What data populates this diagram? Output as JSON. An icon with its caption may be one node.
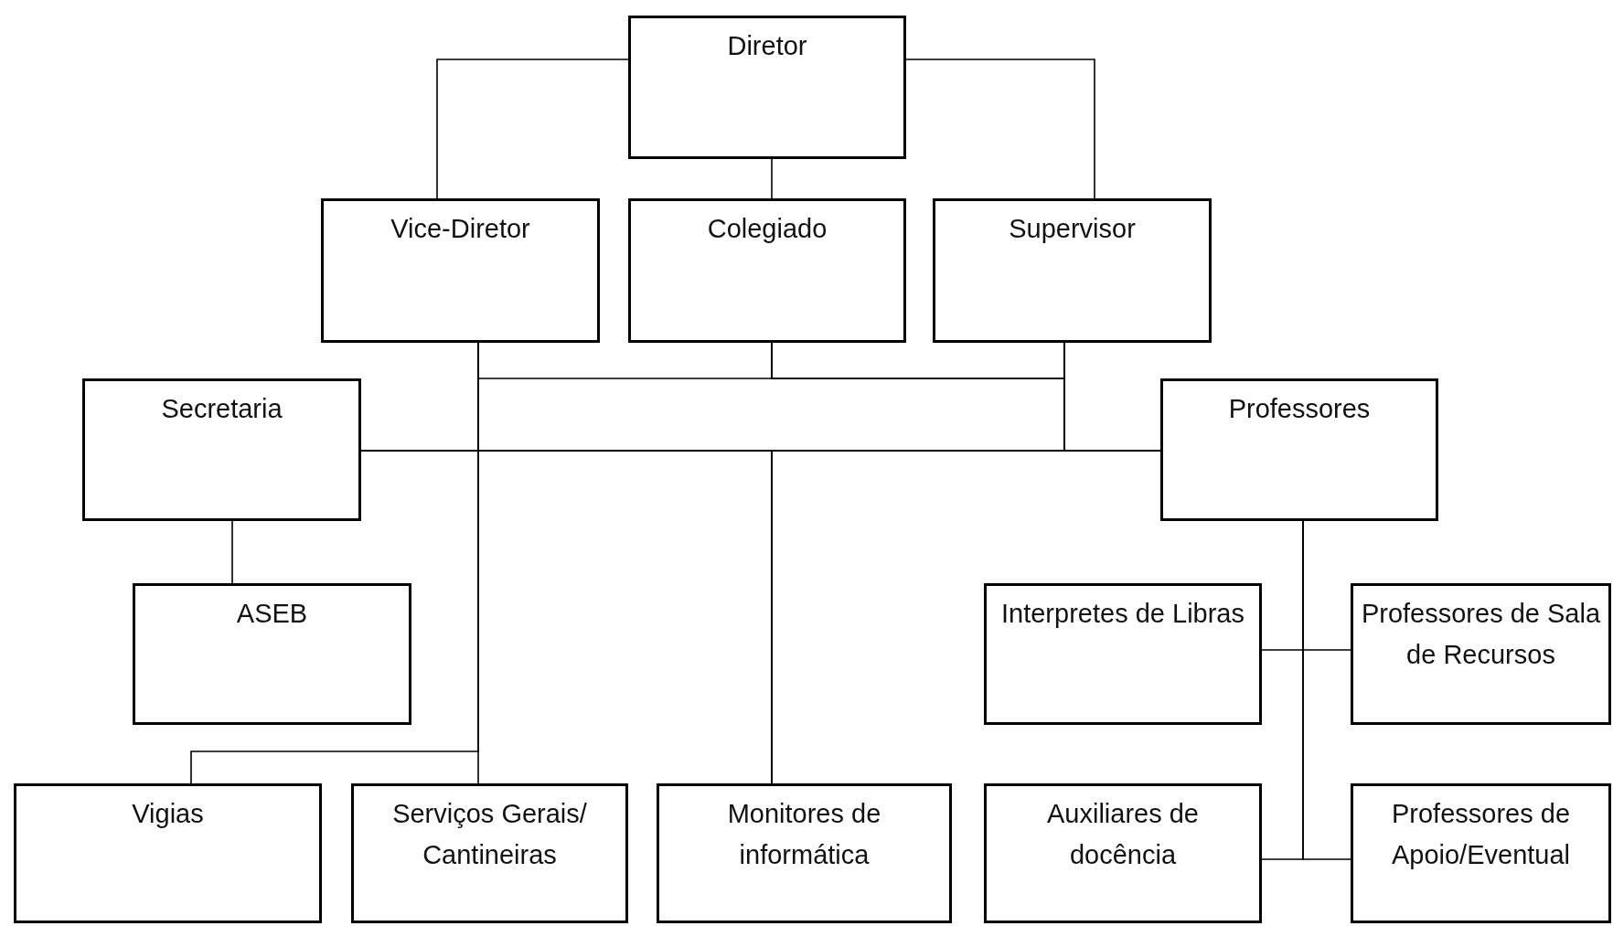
{
  "diagram": {
    "nodes": [
      {
        "text": [
          "Diretor"
        ]
      },
      {
        "text": [
          "Vice-Diretor"
        ]
      },
      {
        "text": [
          "Colegiado"
        ]
      },
      {
        "text": [
          "Supervisor"
        ]
      },
      {
        "text": [
          "Secretaria"
        ]
      },
      {
        "text": [
          "Professores"
        ]
      },
      {
        "text": [
          "ASEB"
        ]
      },
      {
        "text": [
          "Interpretes de Libras"
        ]
      },
      {
        "text": [
          "Professores de Sala de Recursos"
        ]
      },
      {
        "text": [
          "Vigias"
        ]
      },
      {
        "text": [
          "Serviços Gerais/ Cantineiras"
        ]
      },
      {
        "text": [
          "Monitores de informática"
        ]
      },
      {
        "text": [
          "Auxiliares de docência"
        ]
      },
      {
        "text": [
          "Professores de Apoio/Eventual"
        ]
      }
    ],
    "edges": [
      {
        "from": 0,
        "to": 1,
        "arrow": "none"
      },
      {
        "from": 0,
        "to": 2,
        "arrow": "none"
      },
      {
        "from": 0,
        "to": 3,
        "arrow": "none"
      },
      {
        "from": 1,
        "to": 4,
        "arrow": "none"
      },
      {
        "from": 1,
        "to": 5,
        "arrow": "none"
      },
      {
        "from": 1,
        "to": 11,
        "arrow": "none"
      },
      {
        "from": 2,
        "to": 4,
        "arrow": "none"
      },
      {
        "from": 2,
        "to": 5,
        "arrow": "none"
      },
      {
        "from": 2,
        "to": 11,
        "arrow": "none"
      },
      {
        "from": 3,
        "to": 4,
        "arrow": "none"
      },
      {
        "from": 3,
        "to": 5,
        "arrow": "none"
      },
      {
        "from": 3,
        "to": 11,
        "arrow": "none"
      },
      {
        "from": 1,
        "to": 9,
        "arrow": "none"
      },
      {
        "from": 1,
        "to": 10,
        "arrow": "none"
      },
      {
        "from": 4,
        "to": 6,
        "arrow": "none"
      },
      {
        "from": 5,
        "to": 7,
        "arrow": "none"
      },
      {
        "from": 5,
        "to": 8,
        "arrow": "none"
      },
      {
        "from": 5,
        "to": 12,
        "arrow": "none"
      },
      {
        "from": 5,
        "to": 13,
        "arrow": "none"
      }
    ]
  }
}
